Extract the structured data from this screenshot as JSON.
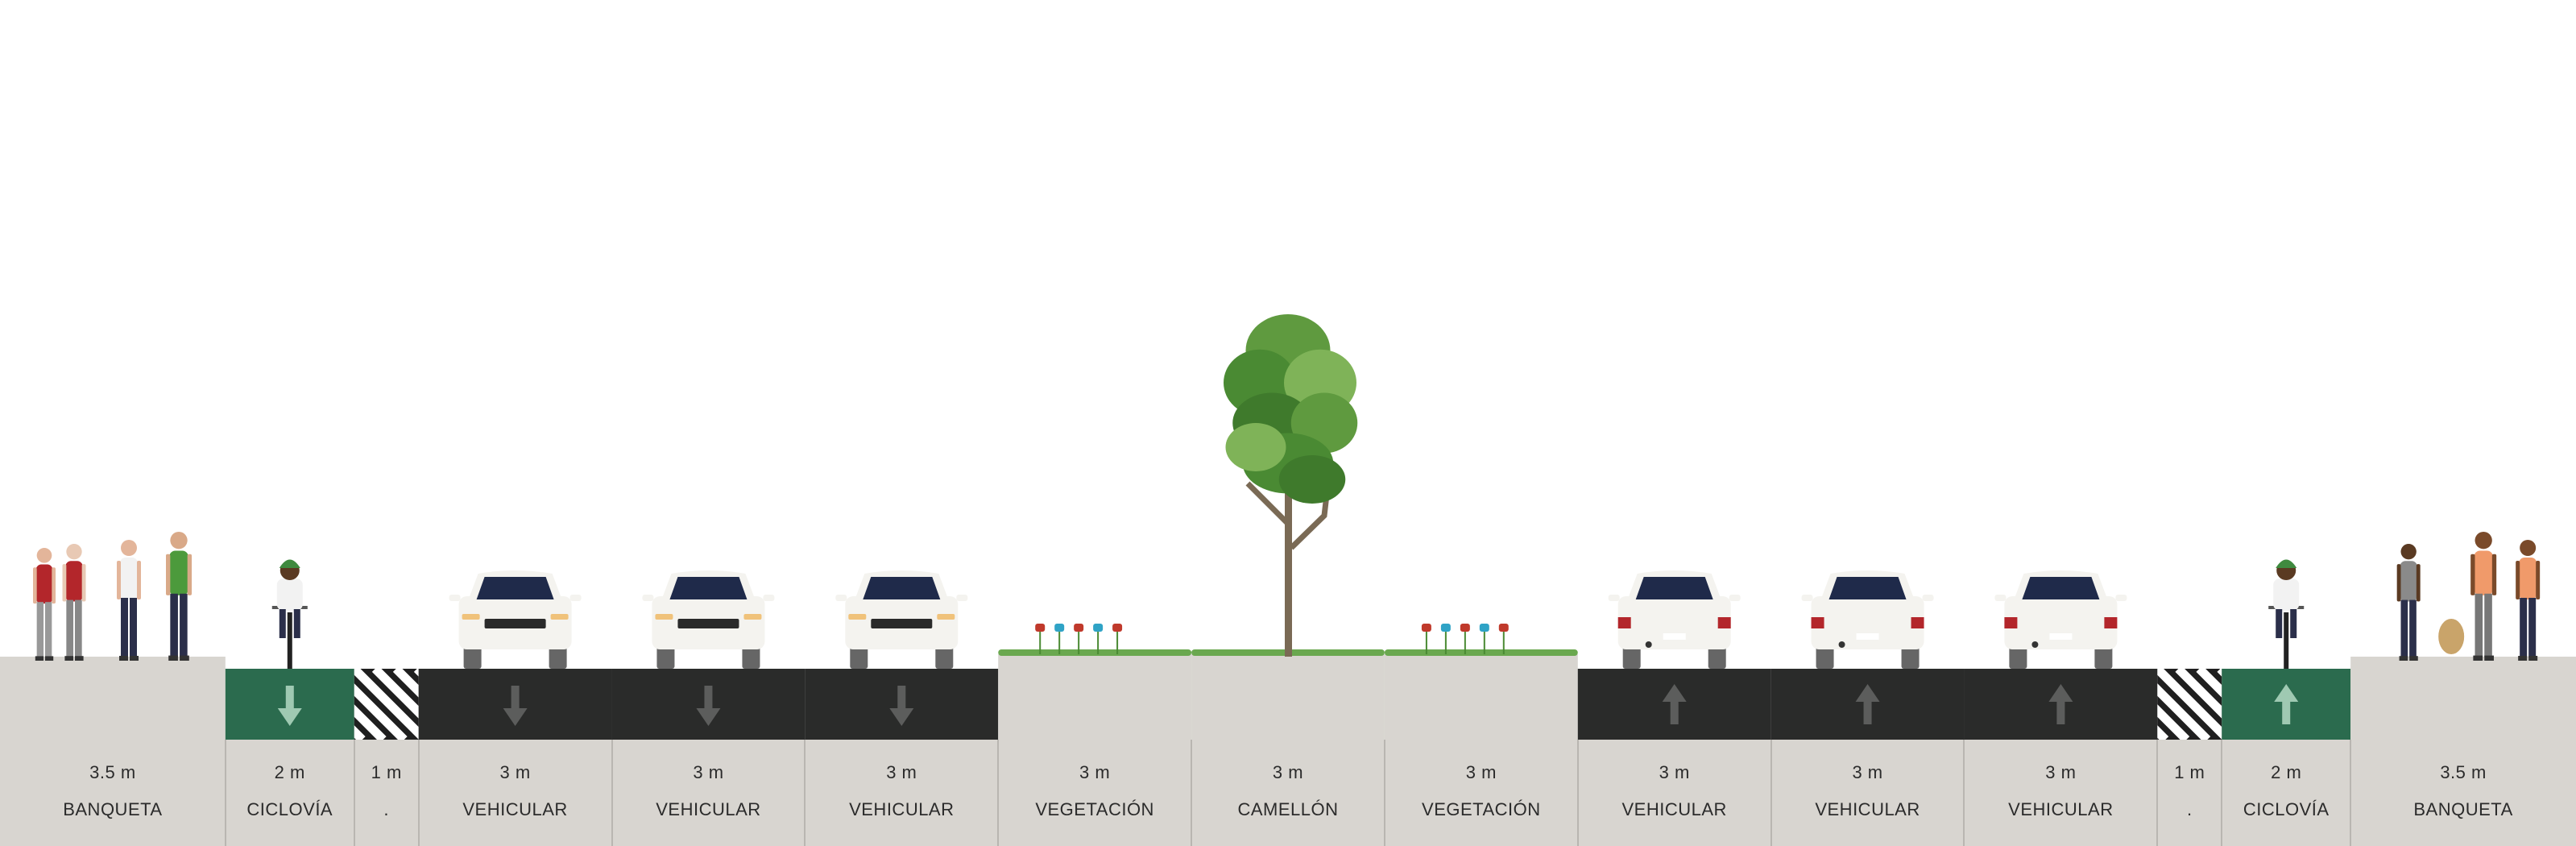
{
  "segments": [
    {
      "width": "3.5 m",
      "name": "BANQUETA",
      "kind": "sidewalk",
      "meters": 3.5,
      "figures": "left-walkers"
    },
    {
      "width": "2 m",
      "name": "CICLOVÍA",
      "kind": "bike",
      "meters": 2,
      "direction": "down"
    },
    {
      "width": "1 m",
      "name": ".",
      "kind": "buffer",
      "meters": 1
    },
    {
      "width": "3 m",
      "name": "VEHICULAR",
      "kind": "drive",
      "meters": 3,
      "direction": "down"
    },
    {
      "width": "3 m",
      "name": "VEHICULAR",
      "kind": "drive",
      "meters": 3,
      "direction": "down"
    },
    {
      "width": "3 m",
      "name": "VEHICULAR",
      "kind": "drive",
      "meters": 3,
      "direction": "down"
    },
    {
      "width": "3 m",
      "name": "VEGETACIÓN",
      "kind": "planting",
      "meters": 3
    },
    {
      "width": "3 m",
      "name": "CAMELLÓN",
      "kind": "median",
      "meters": 3
    },
    {
      "width": "3 m",
      "name": "VEGETACIÓN",
      "kind": "planting",
      "meters": 3
    },
    {
      "width": "3 m",
      "name": "VEHICULAR",
      "kind": "drive",
      "meters": 3,
      "direction": "up"
    },
    {
      "width": "3 m",
      "name": "VEHICULAR",
      "kind": "drive",
      "meters": 3,
      "direction": "up"
    },
    {
      "width": "3 m",
      "name": "VEHICULAR",
      "kind": "drive",
      "meters": 3,
      "direction": "up"
    },
    {
      "width": "1 m",
      "name": ".",
      "kind": "buffer",
      "meters": 1
    },
    {
      "width": "2 m",
      "name": "CICLOVÍA",
      "kind": "bike",
      "meters": 2,
      "direction": "up"
    },
    {
      "width": "3.5 m",
      "name": "BANQUETA",
      "kind": "sidewalk",
      "meters": 3.5,
      "figures": "right-walkers"
    }
  ],
  "colors": {
    "ground": "#d8d5d0",
    "asphalt": "#2a2b2a",
    "bike_lane": "#2b6b4e",
    "car_body": "#f4f3ef",
    "windshield": "#1f2a4a",
    "tree_trunk": "#7a6a55",
    "tree_leaves": [
      "#5f9a3f",
      "#4a8a33",
      "#7fb358",
      "#3f7a2c"
    ],
    "grass": "#6aa84f"
  }
}
